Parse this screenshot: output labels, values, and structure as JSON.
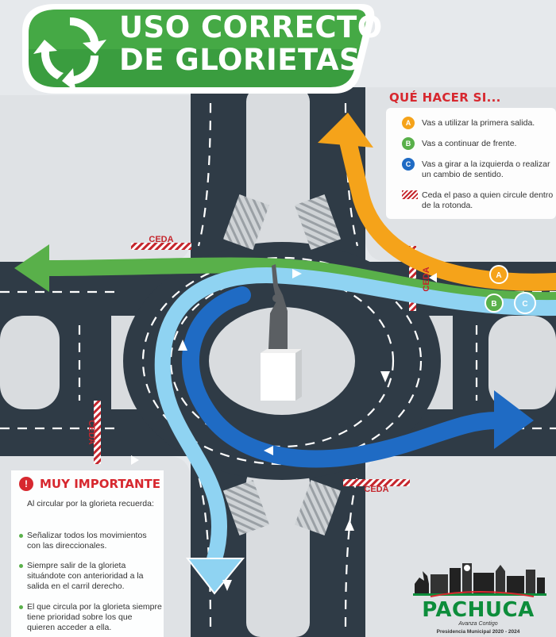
{
  "title": {
    "line1": "USO CORRECTO",
    "line2": "DE GLORIETAS"
  },
  "legend": {
    "title": "QUÉ HACER SI...",
    "items": [
      {
        "badge": "A",
        "color": "#f5a31a",
        "text": "Vas a utilizar la primera salida."
      },
      {
        "badge": "B",
        "color": "#59b04a",
        "text": "Vas a continuar de frente."
      },
      {
        "badge": "C",
        "color": "#1f6bc4",
        "text": "Vas a girar a la izquierda o realizar un cambio de sentido."
      },
      {
        "badge": "",
        "color": "#c5262d",
        "text": "Ceda el paso a quien circule dentro de la rotonda."
      }
    ]
  },
  "yield_labels": {
    "top": "CEDA",
    "right": "CEDA",
    "left": "CEDA",
    "bottom": "CEDA"
  },
  "route_badges": {
    "a": "A",
    "b": "B",
    "c": "C"
  },
  "important": {
    "icon": "alert-icon",
    "title": "MUY IMPORTANTE",
    "intro": "Al circular por la glorieta recuerda:",
    "bullets": [
      "Señalizar todos los movimientos con las direccionales.",
      "Siempre salir de la glorieta situándote con anterioridad a la salida en el carril derecho.",
      "El que circula por la glorieta siempre tiene prioridad sobre los que quieren acceder a ella."
    ]
  },
  "logo": {
    "name": "PACHUCA",
    "slogan": "Avanza Contigo",
    "administration": "Presidencia Municipal 2020 - 2024"
  },
  "colors": {
    "road": "#2f3b46",
    "curb": "#d9dcdf",
    "green": "#59b04a",
    "orange": "#f5a31a",
    "light_blue": "#8fd3f2",
    "dark_blue": "#1f6bc4",
    "red": "#d7282f"
  }
}
